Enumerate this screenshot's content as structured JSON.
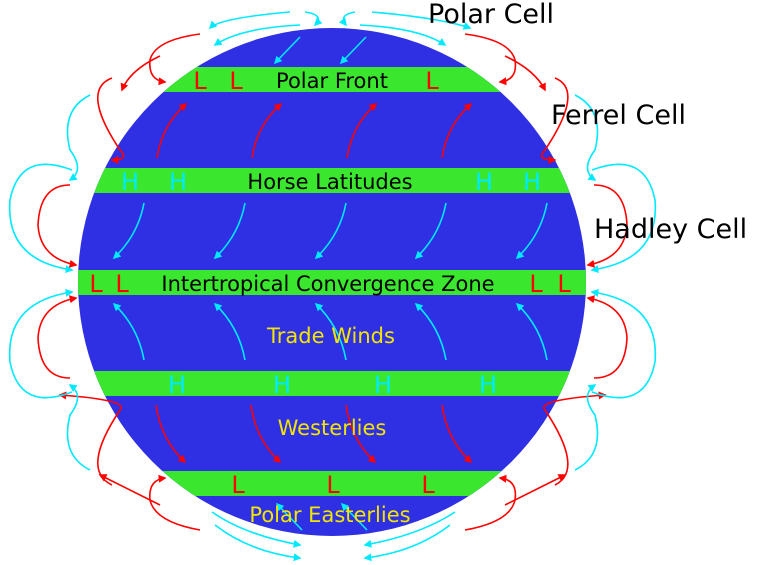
{
  "cells": {
    "polar": "Polar Cell",
    "ferrel": "Ferrel Cell",
    "hadley": "Hadley Cell"
  },
  "bands": {
    "polar_front": "Polar Front",
    "horse_latitudes": "Horse Latitudes",
    "itcz": "Intertropical Convergence Zone"
  },
  "winds": {
    "trade": "Trade Winds",
    "westerlies": "Westerlies",
    "polar_easterlies": "Polar Easterlies"
  },
  "pressure": {
    "low": "L",
    "high": "H"
  },
  "colors": {
    "earth": "#2f2fe3",
    "band": "#3be62f",
    "warm": "#ff0000",
    "cold": "#00eaff",
    "wind_label": "#f2e600"
  }
}
